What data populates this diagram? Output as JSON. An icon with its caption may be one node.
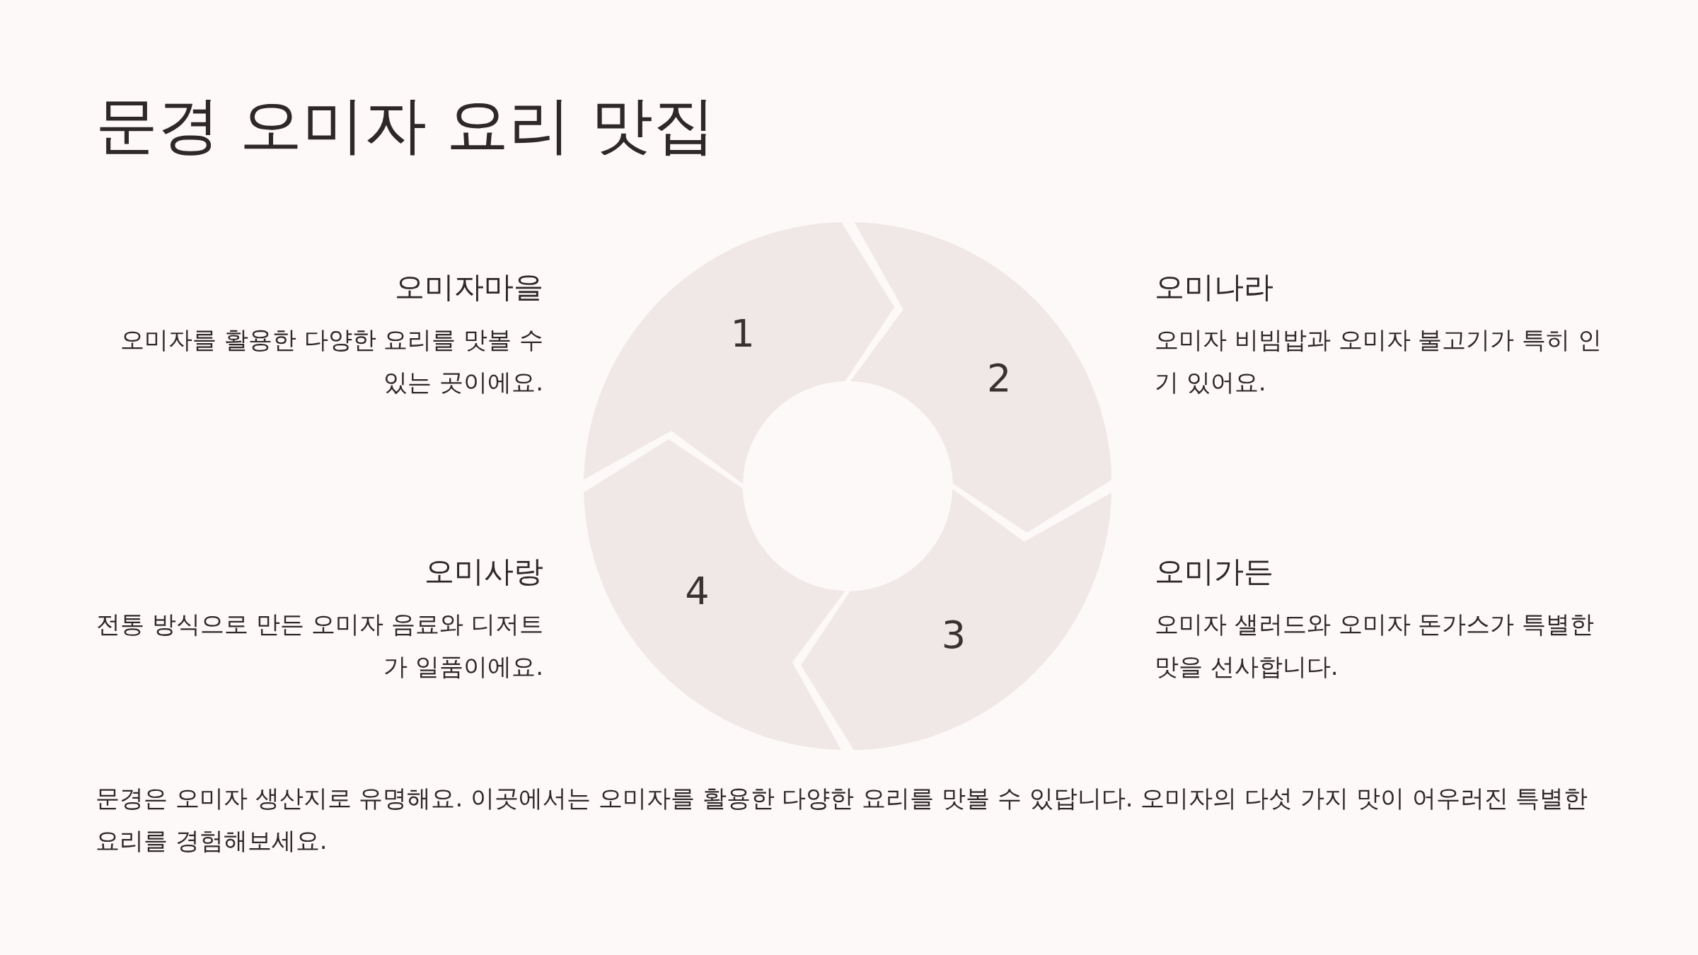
{
  "diagram": {
    "title": "문경 오미자 요리 맛집",
    "nodes": [
      {
        "text": [
          "1"
        ],
        "beside": [
          "오미자마을",
          "오미자를 활용한 다양한 요리를 맛볼 수 있는 곳이에요."
        ]
      },
      {
        "text": [
          "2"
        ],
        "beside": [
          "오미나라",
          "오미자 비빔밥과 오미자 불고기가 특히 인기 있어요."
        ]
      },
      {
        "text": [
          "3"
        ],
        "beside": [
          "오미가든",
          "오미자 샐러드와 오미자 돈가스가 특별한 맛을 선사합니다."
        ]
      },
      {
        "text": [
          "4"
        ],
        "beside": [
          "오미사랑",
          "전통 방식으로 만든 오미자 음료와 디저트가 일품이에요."
        ]
      }
    ],
    "caption": "문경은 오미자 생산지로 유명해요. 이곳에서는 오미자를 활용한 다양한 요리를 맛볼 수 있답니다. 오미자의 다섯 가지 맛이 어우러진 특별한 요리를 경험해보세요."
  }
}
